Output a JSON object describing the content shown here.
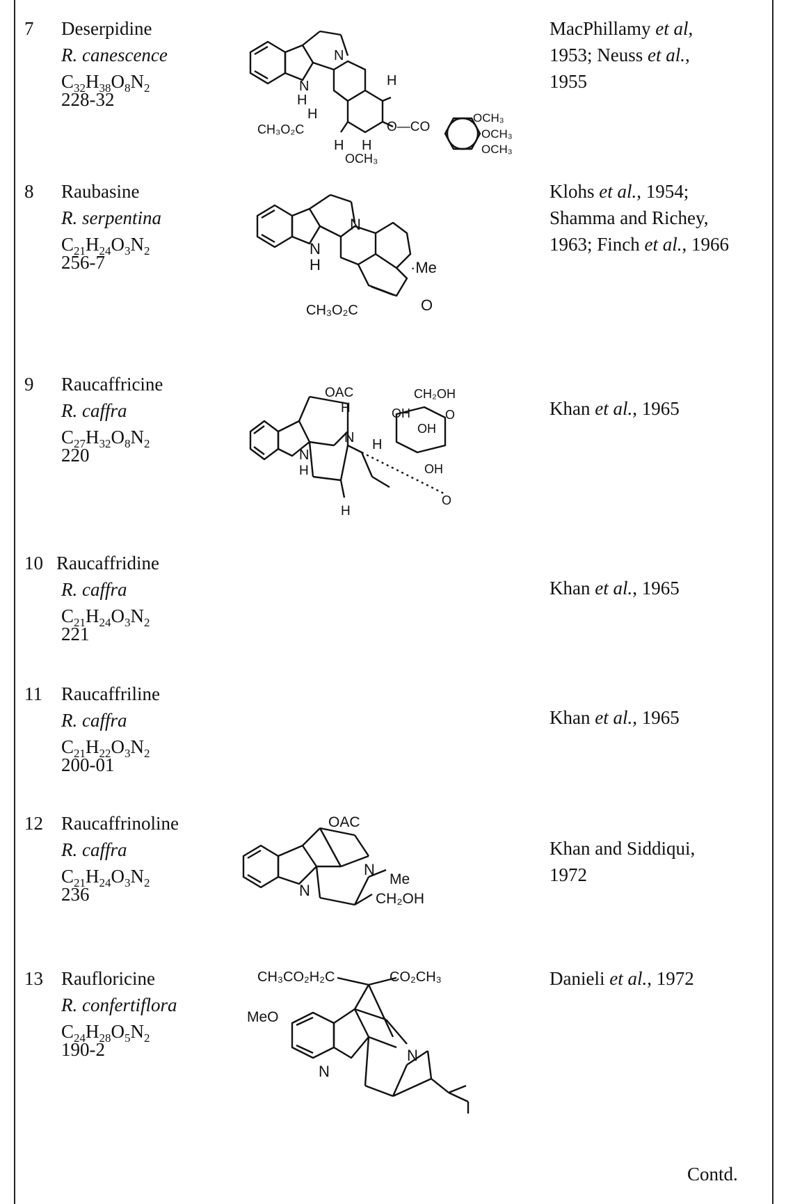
{
  "entries": [
    {
      "num": "7",
      "name": "Deserpidine",
      "species": "R. canescence",
      "formula": {
        "C": "32",
        "H": "38",
        "O": "8",
        "N": "2"
      },
      "mp": "228-32",
      "ref": {
        "l1a": "MacPhillamy ",
        "l1i": "et al",
        "l1b": ",",
        "l2a": "1953; Neuss ",
        "l2i": "et al.",
        "l2b": ",",
        "l3": "1955"
      }
    },
    {
      "num": "8",
      "name": "Raubasine",
      "species": "R. serpentina",
      "formula": {
        "C": "21",
        "H": "24",
        "O": "3",
        "N": "2"
      },
      "mp": "256-7",
      "ref": {
        "l1a": "Klohs ",
        "l1i": "et al.",
        "l1b": ", 1954;",
        "l2": "Shamma and Richey,",
        "l3a": "1963; Finch ",
        "l3i": "et al.",
        "l3b": ", 1966"
      }
    },
    {
      "num": "9",
      "name": "Raucaffricine",
      "species": "R. caffra",
      "formula": {
        "C": "27",
        "H": "32",
        "O": "8",
        "N": "2"
      },
      "mp": "220",
      "ref": {
        "a": "Khan ",
        "i": "et al.",
        "b": ", 1965"
      }
    },
    {
      "num": "10",
      "name": "Raucaffridine",
      "species": "R. caffra",
      "formula": {
        "C": "21",
        "H": "24",
        "O": "3",
        "N": "2"
      },
      "mp": "221",
      "ref": {
        "a": "Khan ",
        "i": "et al.",
        "b": ", 1965"
      }
    },
    {
      "num": "11",
      "name": "Raucaffriline",
      "species": "R. caffra",
      "formula": {
        "C": "21",
        "H": "22",
        "O": "3",
        "N": "2"
      },
      "mp": "200-01",
      "ref": {
        "a": "Khan ",
        "i": "et al.",
        "b": ", 1965"
      }
    },
    {
      "num": "12",
      "name": "Raucaffrinoline",
      "species": "R. caffra",
      "formula": {
        "C": "21",
        "H": "24",
        "O": "3",
        "N": "2"
      },
      "mp": "236",
      "ref": {
        "l1": "Khan and Siddiqui,",
        "l2": "1972"
      }
    },
    {
      "num": "13",
      "name": "Raufloricine",
      "species": "R. confertiflora",
      "formula": {
        "C": "24",
        "H": "28",
        "O": "5",
        "N": "2"
      },
      "mp": "190-2",
      "ref": {
        "a": "Danieli ",
        "i": "et al.",
        "b": ", 1972"
      }
    }
  ],
  "structure_labels": {
    "N": "N",
    "H": "H",
    "OCH3": "OCH₃",
    "CH3O2C": "CH₃O₂C",
    "OCO": "O—CO",
    "Me": "Me",
    "dotMe": "·Me",
    "O": "O",
    "OAC": "OAC",
    "CH2OH": "CH₂OH",
    "OH": "OH",
    "MeO": "MeO",
    "CH3CO2H2C": "CH₃CO₂H₂C",
    "CO2CH3": "CO₂CH₃"
  },
  "footer": {
    "contd": "Contd."
  }
}
